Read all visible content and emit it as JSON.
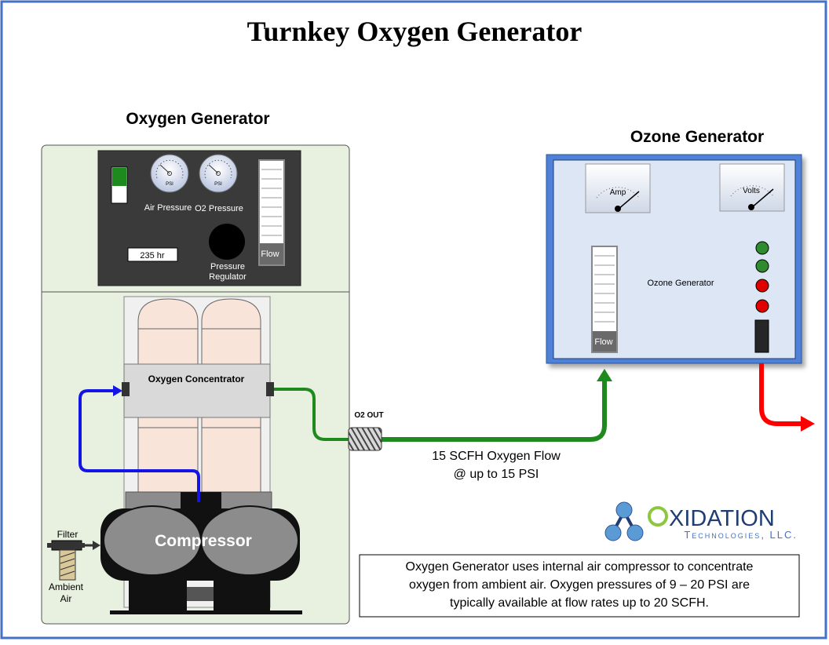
{
  "title": "Turnkey Oxygen Generator",
  "oxygen_generator": {
    "heading": "Oxygen Generator",
    "gauge1_unit": "PSI",
    "gauge2_unit": "PSI",
    "gauge1_label": "Air Pressure",
    "gauge2_label": "O2 Pressure",
    "hour_meter": "235 hr",
    "regulator_label_1": "Pressure",
    "regulator_label_2": "Regulator",
    "flow_label": "Flow",
    "concentrator_label": "Oxygen Concentrator",
    "compressor_label": "Compressor",
    "filter_label": "Filter",
    "ambient_label_1": "Ambient",
    "ambient_label_2": "Air",
    "outlet_label": "O2 OUT"
  },
  "ozone_generator": {
    "heading": "Ozone Generator",
    "amp_label": "Amp",
    "volts_label": "Volts",
    "panel_label": "Ozone Generator",
    "flow_label": "Flow",
    "lights": [
      "#2e8b2e",
      "#2e8b2e",
      "#e00000",
      "#e00000"
    ]
  },
  "flow_note": {
    "line1": "15 SCFH Oxygen Flow",
    "line2": "@ up to 15 PSI"
  },
  "logo": {
    "name": "XIDATION",
    "sub": "Technologies, LLC."
  },
  "description": {
    "line1": "Oxygen Generator uses internal air compressor to concentrate",
    "line2": "oxygen from ambient air.  Oxygen pressures of 9 – 20 PSI are",
    "line3": "typically available at flow rates up to 20 SCFH."
  },
  "colors": {
    "frame": "#4472c4",
    "air_line": "#1414e6",
    "oxygen_line": "#1e8a1e",
    "ozone_line": "#ff0000",
    "panel_bg": "#e8f0e0",
    "ozone_box": "#4f81d9",
    "ozone_inner": "#dce6f4",
    "tank": "#f8e4d8"
  }
}
